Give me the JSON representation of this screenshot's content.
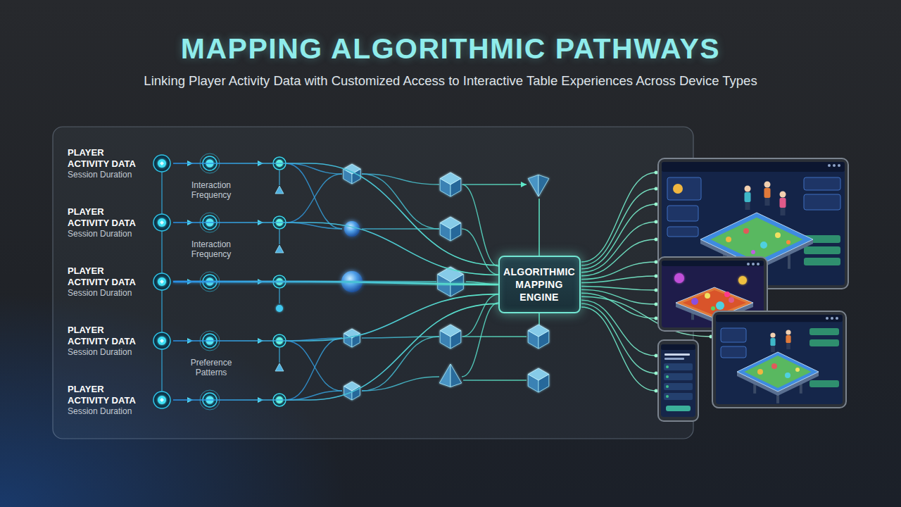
{
  "diagram": {
    "title": "MAPPING ALGORITHMIC PATHWAYS",
    "caption": "Linking Player Activity Data with Customized Access to Interactive Table Experiences Across Device Types",
    "nodes": [
      {
        "text": [
          "PLAYER ACTIVITY DATA",
          "Session Duration"
        ]
      },
      {
        "text": [
          "PLAYER ACTIVITY DATA",
          "Session Duration"
        ]
      },
      {
        "text": [
          "PLAYER ACTIVITY DATA",
          "Session Duration"
        ]
      },
      {
        "text": [
          "PLAYER ACTIVITY DATA",
          "Session Duration"
        ]
      },
      {
        "text": [
          "PLAYER ACTIVITY DATA",
          "Session Duration"
        ]
      },
      {
        "text": [
          "ALGORITHMIC MAPPING ENGINE"
        ]
      }
    ],
    "edges": [
      {
        "from": 0,
        "to": 5,
        "arrow": "none"
      },
      {
        "from": 1,
        "to": 5,
        "arrow": "none"
      },
      {
        "from": 2,
        "to": 5,
        "arrow": "none"
      },
      {
        "from": 3,
        "to": 5,
        "arrow": "none"
      },
      {
        "from": 4,
        "to": 5,
        "arrow": "none"
      }
    ],
    "labels": [
      "Interaction Frequency",
      "Interaction Frequency",
      "Preference Patterns"
    ]
  }
}
